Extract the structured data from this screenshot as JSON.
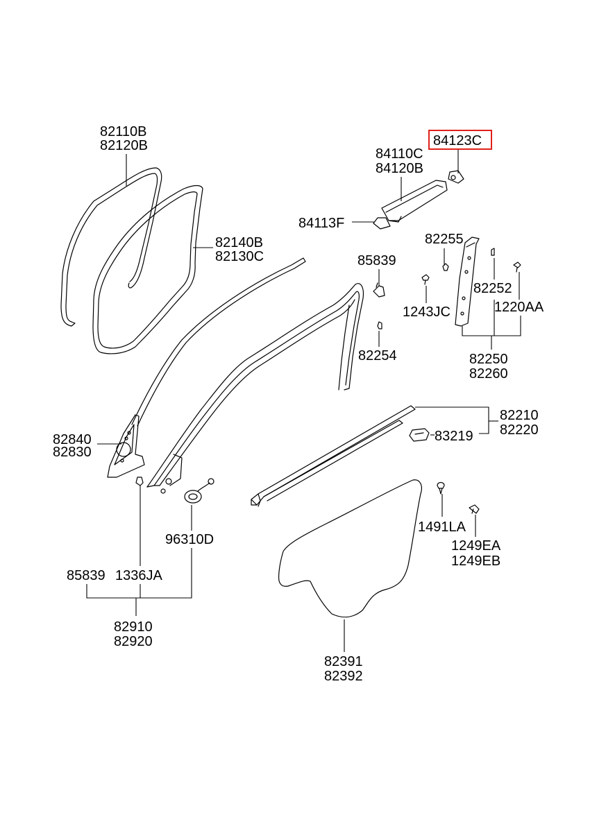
{
  "highlight_color": "#e0201b",
  "labels": {
    "l82110B": "82110B",
    "l82120B": "82120B",
    "l82140B": "82140B",
    "l82130C": "82130C",
    "l84123C": "84123C",
    "l84110C": "84110C",
    "l84120B": "84120B",
    "l84113F": "84113F",
    "l85839a": "85839",
    "l82255": "82255",
    "l82252": "82252",
    "l1243JC": "1243JC",
    "l1220AA": "1220AA",
    "l82254": "82254",
    "l82250": "82250",
    "l82260": "82260",
    "l82840": "82840",
    "l82830": "82830",
    "l82210": "82210",
    "l82220": "82220",
    "l83219": "83219",
    "l96310D": "96310D",
    "l1491LA": "1491LA",
    "l1249EA": "1249EA",
    "l1249EB": "1249EB",
    "l85839b": "85839",
    "l1336JA": "1336JA",
    "l82910": "82910",
    "l82920": "82920",
    "l82391": "82391",
    "l82392": "82392"
  }
}
